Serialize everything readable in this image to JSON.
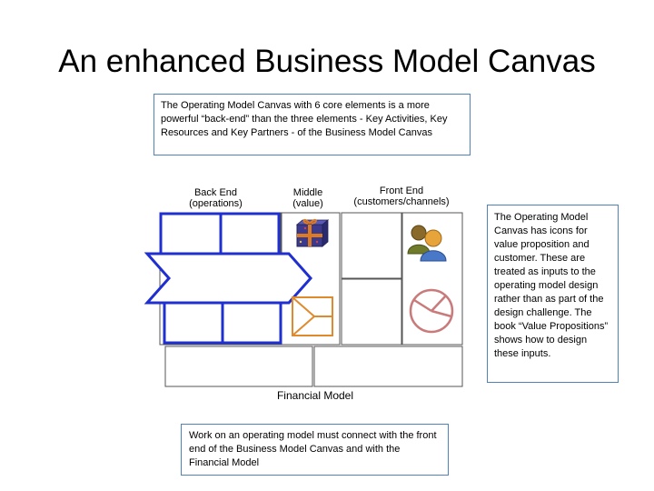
{
  "slide": {
    "title": "An enhanced Business Model Canvas"
  },
  "notes": {
    "top": "The Operating Model Canvas with 6 core elements is a more powerful “back-end” than the three elements - Key Activities, Key Resources and Key Partners - of the Business Model Canvas",
    "right": "The Operating Model Canvas has icons for value proposition and customer.  These are treated as inputs to the operating model design rather than as part of the design challenge.  The book “Value Propositions” shows how to design these inputs.",
    "bottom": "Work on an operating model must connect with the front end of the Business Model Canvas and with the Financial Model"
  },
  "canvas": {
    "back_end_line1": "Back End",
    "back_end_line2": "(operations)",
    "middle_line1": "Middle",
    "middle_line2": "(value)",
    "front_end_line1": "Front End",
    "front_end_line2": "(customers/channels)",
    "footer": "Financial Model"
  },
  "colors": {
    "operating_model_outline": "#1f2fd0",
    "canvas_outline": "#555555",
    "note_border": "#4f81bd",
    "gift_box": "#3b3a8c",
    "gift_ribbon": "#e07a1f",
    "envelope": "#e08a2e",
    "customer_icon": "#c07a2a",
    "pie_icon": "#c97a7a"
  },
  "icons": [
    "gift-icon",
    "envelope-icon",
    "customers-icon",
    "pie-chart-icon"
  ]
}
